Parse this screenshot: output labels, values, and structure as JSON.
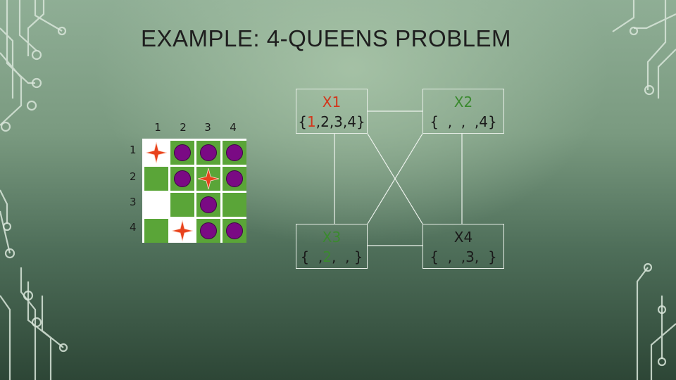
{
  "title": "EXAMPLE: 4-QUEENS PROBLEM",
  "board": {
    "col_labels": [
      "1",
      "2",
      "3",
      "4"
    ],
    "row_labels": [
      "1",
      "2",
      "3",
      "4"
    ],
    "cells": [
      [
        "queen",
        "dot",
        "dot",
        "dot"
      ],
      [
        "empty",
        "dot",
        "queen",
        "dot"
      ],
      [
        "empty",
        "empty",
        "dot",
        "empty"
      ],
      [
        "empty",
        "queen",
        "dot",
        "dot"
      ]
    ],
    "colors": {
      "green": "#5aa538",
      "dot": "#7a0a84",
      "queen": "#e8421c"
    }
  },
  "variables": [
    {
      "name": "X1",
      "name_color": "red",
      "domain_prefix": "{",
      "domain_highlight": "1",
      "domain_rest": ",2,3,4}"
    },
    {
      "name": "X2",
      "name_color": "green",
      "domain": "{  ,  ,  ,4}"
    },
    {
      "name": "X3",
      "name_color": "green",
      "domain_prefix": "{  ,",
      "domain_highlight": "2",
      "domain_rest": ",  , }"
    },
    {
      "name": "X4",
      "name_color": "black",
      "domain": "{  ,  ,3,  }"
    }
  ]
}
